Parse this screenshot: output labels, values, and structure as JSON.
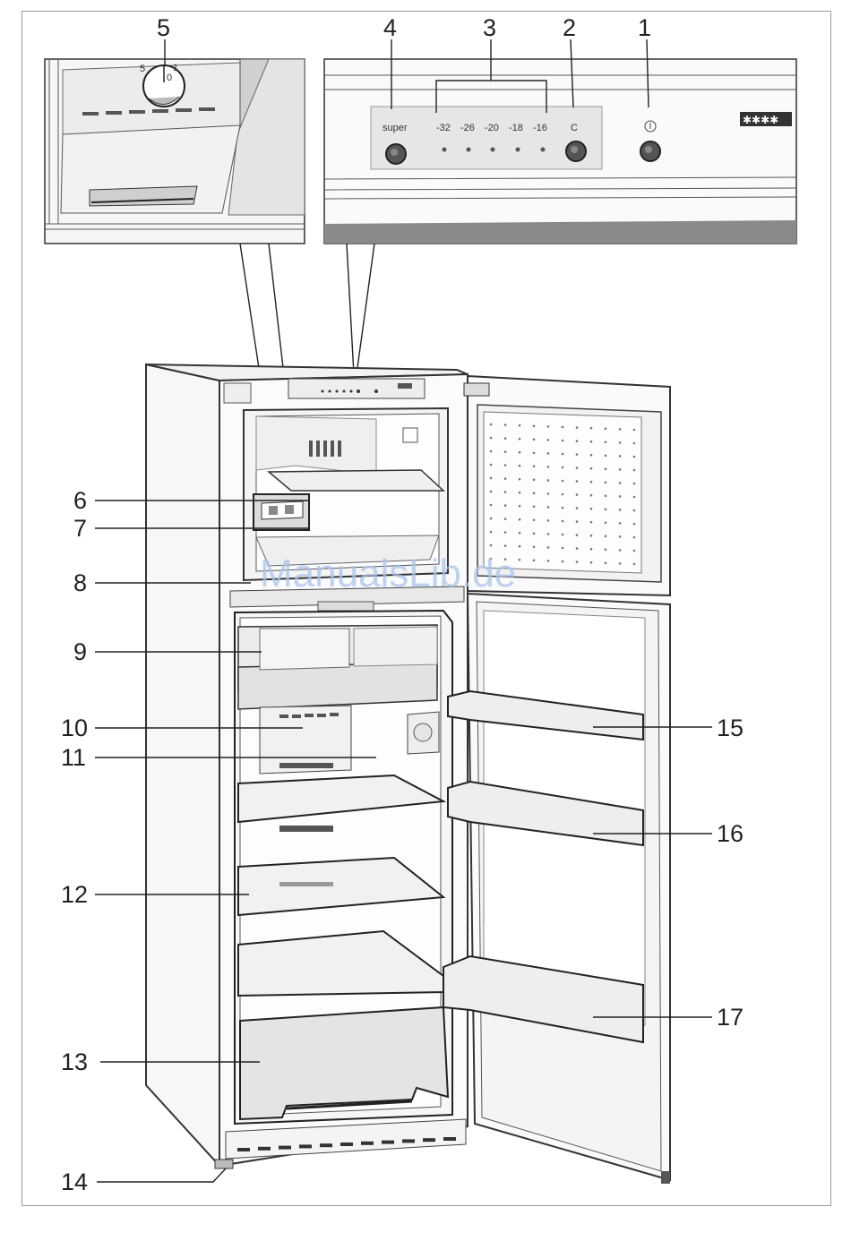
{
  "watermark": "ManualsLib.de",
  "control_panel": {
    "super_label": "super",
    "temps": [
      "-32",
      "-26",
      "-20",
      "-18",
      "-16"
    ],
    "c_label": "C",
    "power_symbol": "power-icon",
    "star_rating": "✱✱✱✱"
  },
  "dial": {
    "mark_left": "5",
    "mark_right": "1",
    "mark_center": "0"
  },
  "callouts": [
    "1",
    "2",
    "3",
    "4",
    "5",
    "6",
    "7",
    "8",
    "9",
    "10",
    "11",
    "12",
    "13",
    "14",
    "15",
    "16",
    "17"
  ]
}
